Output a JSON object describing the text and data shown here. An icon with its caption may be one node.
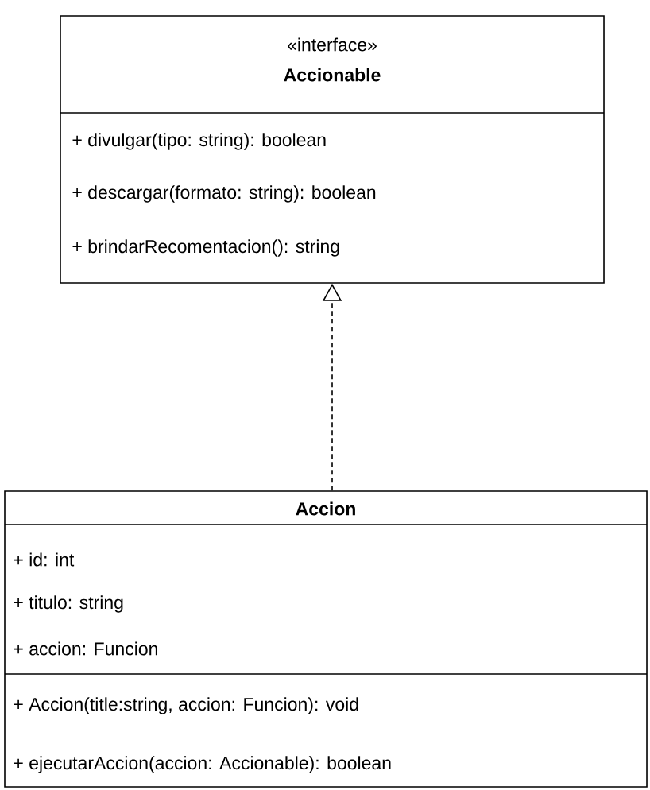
{
  "diagram": {
    "nodes": [
      {
        "text": [
          "«interface»",
          "Accionable",
          "+ divulgar(tipo: string): boolean",
          "+ descargar(formato: string): boolean",
          "+ brindarRecomentacion(): string"
        ]
      },
      {
        "text": [
          "Accion",
          "+ id: int",
          "+ titulo: string",
          "+ accion: Funcion",
          "+ Accion(title:string, accion: Funcion): void",
          "+ ejecutarAccion(accion: Accionable): boolean"
        ]
      }
    ],
    "edges": [
      {
        "from": 1,
        "to": 0,
        "arrow": "to",
        "style": "dashed"
      }
    ]
  }
}
